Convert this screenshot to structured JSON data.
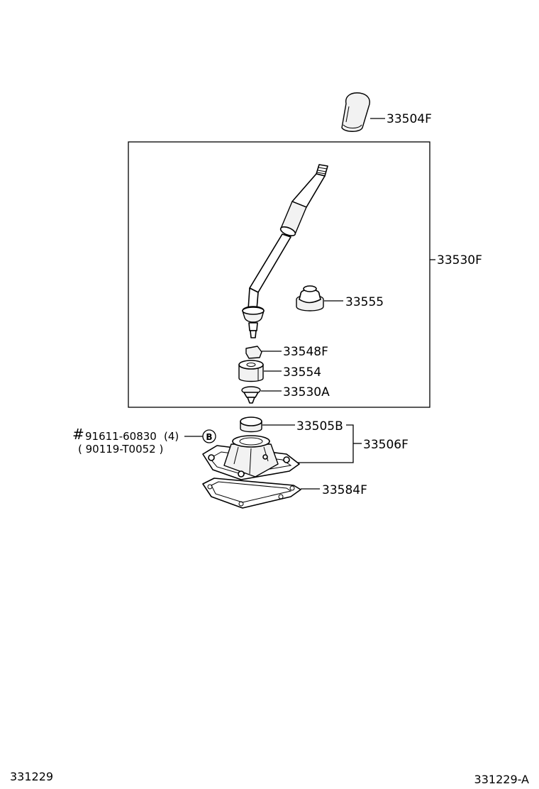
{
  "parts": {
    "knob": "33504F",
    "lever_assembly": "33530F",
    "boot": "33555",
    "seat": "33548F",
    "retainer": "33554",
    "spring": "33530A",
    "bushing": "33505B",
    "housing": "33506F",
    "gasket": "33584F"
  },
  "bolt": {
    "mark": "#",
    "part_no": "91611-60830",
    "qty": "(4)",
    "alt_part_no": "( 90119-T0052 )",
    "callout": "B"
  },
  "footer": {
    "left_code": "331229",
    "right_code": "331229-A"
  }
}
